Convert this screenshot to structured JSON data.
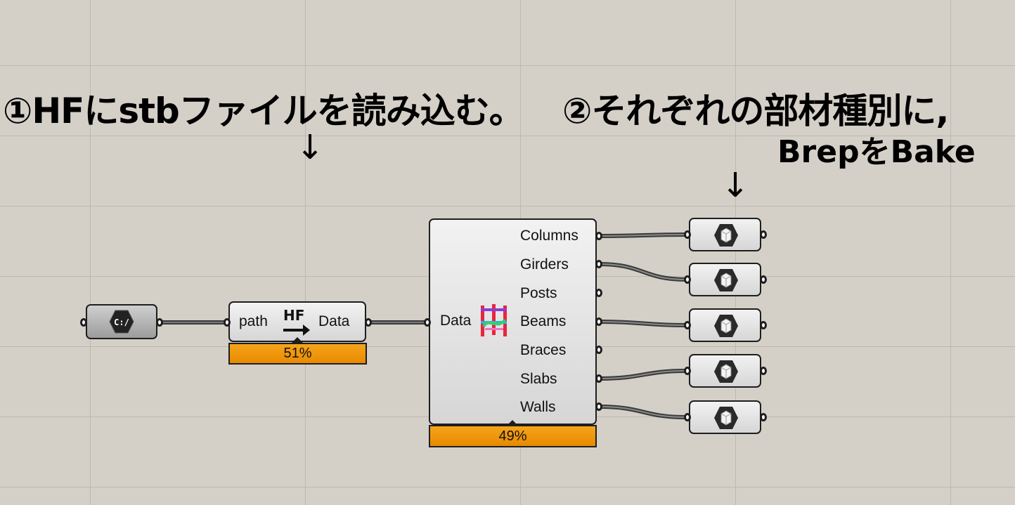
{
  "annotations": {
    "step1": "①HFにstbファイルを読み込む。",
    "step2_line1": "②それぞれの部材種別に,",
    "step2_line2": "BrepをBake",
    "arrow": "↓"
  },
  "file_path_component": {
    "icon_text": "C:/"
  },
  "hf_component": {
    "input_label": "path",
    "icon_text": "HF",
    "output_label": "Data",
    "progress": "51%"
  },
  "stb_component": {
    "input_label": "Data",
    "outputs": [
      "Columns",
      "Girders",
      "Posts",
      "Beams",
      "Braces",
      "Slabs",
      "Walls"
    ],
    "progress": "49%"
  },
  "bake_components": [
    {
      "connected_output": "Columns"
    },
    {
      "connected_output": "Girders"
    },
    {
      "connected_output": "Beams"
    },
    {
      "connected_output": "Slabs"
    },
    {
      "connected_output": "Walls"
    }
  ],
  "colors": {
    "canvas": "#d4d0c8",
    "progress_orange": "#f29200",
    "wire": "#4a4a4a"
  }
}
